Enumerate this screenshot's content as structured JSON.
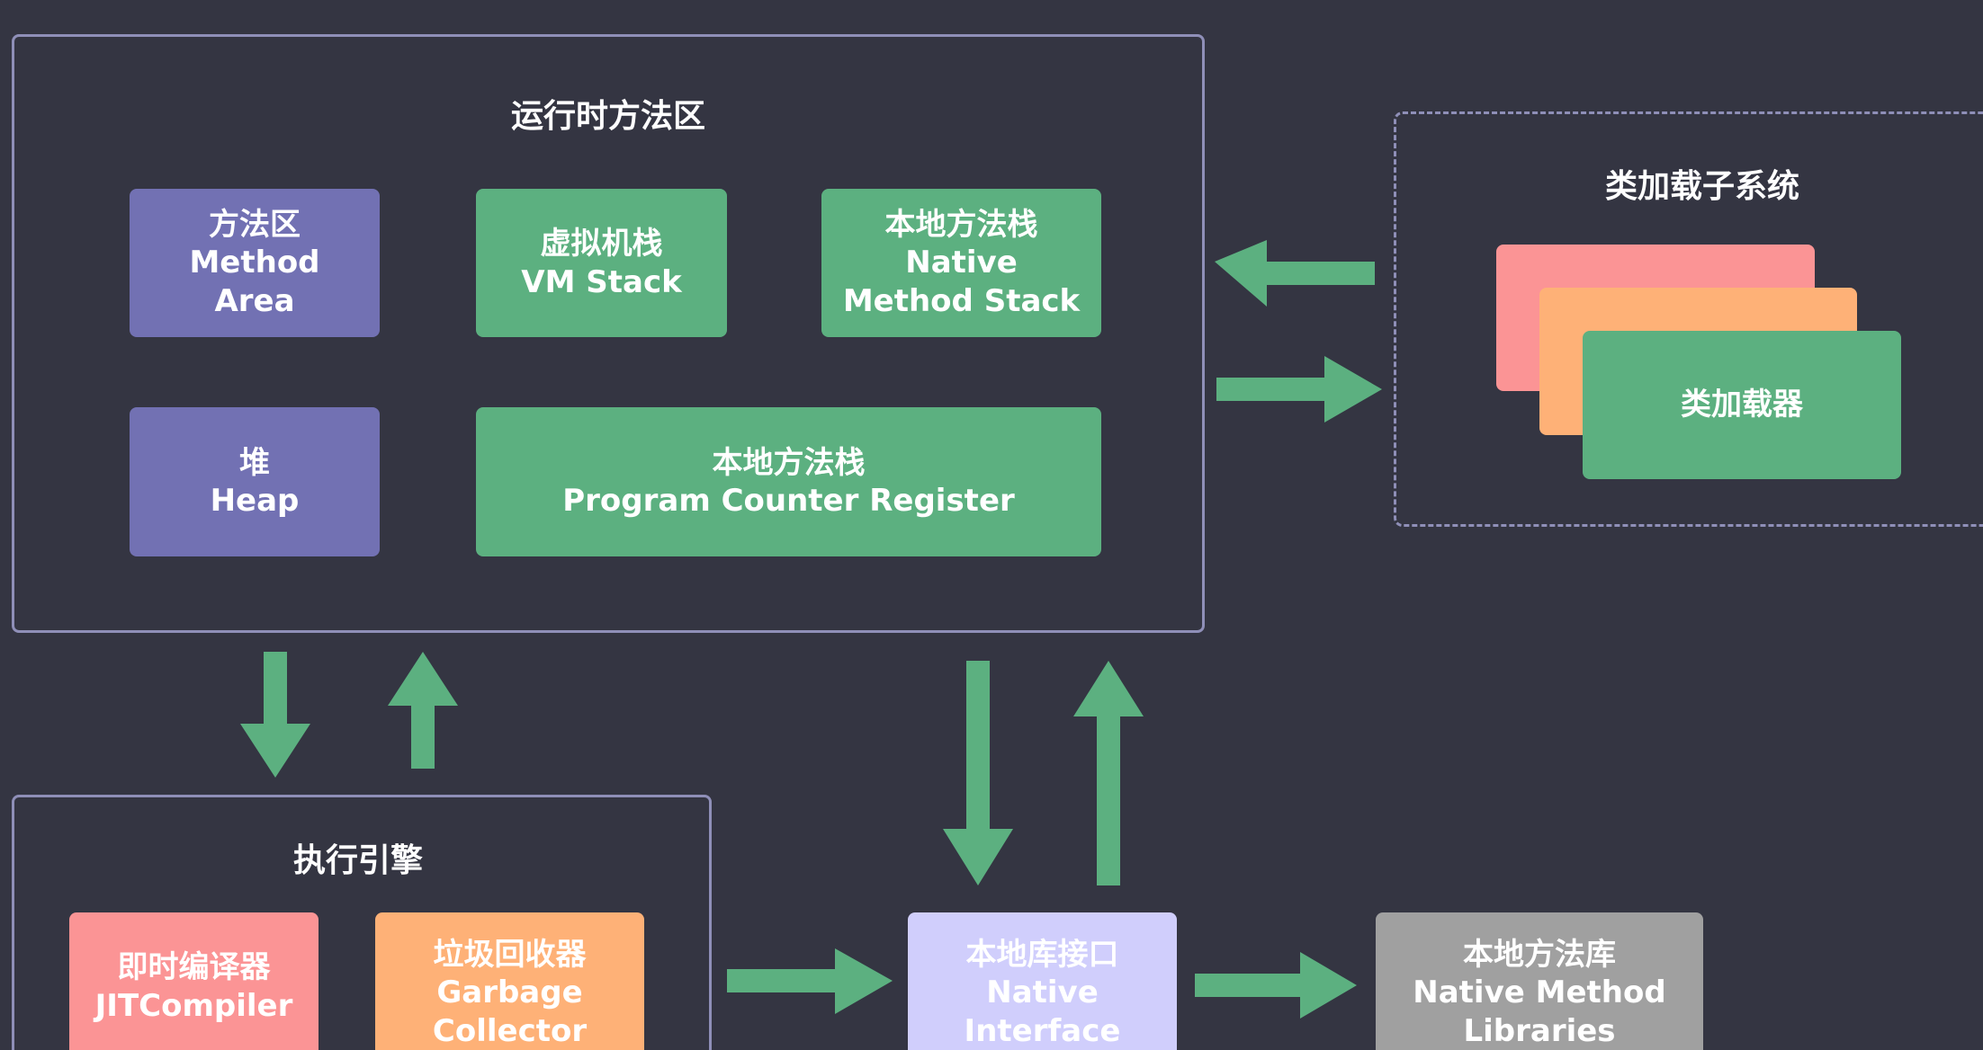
{
  "colors": {
    "background": "#343542",
    "border": "#8f8fb8",
    "arrow": "#5cb080",
    "purple": "#7271b3",
    "green": "#5cb080",
    "pink": "#fb9495",
    "orange": "#feb177",
    "lavender": "#d0cefc",
    "gray": "#a0a0a0"
  },
  "runtime_area": {
    "title": "运行时方法区",
    "method_area": [
      "方法区",
      "Method",
      "Area"
    ],
    "vm_stack": [
      "虚拟机栈",
      "VM Stack"
    ],
    "native_method_stack": [
      "本地方法栈",
      "Native",
      "Method Stack"
    ],
    "heap": [
      "堆",
      "Heap"
    ],
    "program_counter": [
      "本地方法栈",
      "Program Counter Register"
    ]
  },
  "class_loader_subsystem": {
    "title": "类加载子系统",
    "class_loader": "类加载器"
  },
  "execution_engine": {
    "title": "执行引擎",
    "jit_compiler": [
      "即时编译器",
      "JITCompiler"
    ],
    "garbage_collector": [
      "垃圾回收器",
      "Garbage",
      "Collector"
    ]
  },
  "native_interface": [
    "本地库接口",
    "Native",
    "Interface"
  ],
  "native_libraries": [
    "本地方法库",
    "Native Method",
    "Libraries"
  ]
}
